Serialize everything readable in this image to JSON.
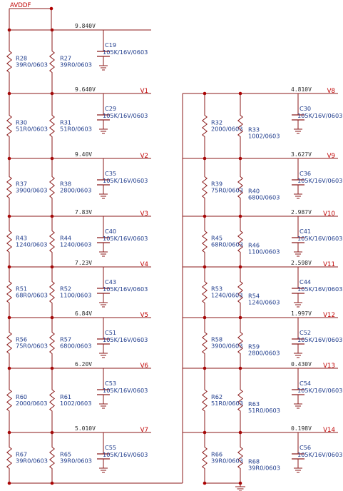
{
  "supply_label": "AVDDF",
  "left_column": [
    {
      "voltage": "9.840V",
      "net": "",
      "r_a": [
        "R28",
        "39R0/0603"
      ],
      "r_b": [
        "R27",
        "39R0/0603"
      ],
      "cap": [
        "C19",
        "105K/16V/0603"
      ]
    },
    {
      "voltage": "9.640V",
      "net": "V1",
      "r_a": [
        "R30",
        "51R0/0603"
      ],
      "r_b": [
        "R31",
        "51R0/0603"
      ],
      "cap": [
        "C29",
        "105K/16V/0603"
      ]
    },
    {
      "voltage": "9.40V",
      "net": "V2",
      "r_a": [
        "R37",
        "3900/0603"
      ],
      "r_b": [
        "R38",
        "2800/0603"
      ],
      "cap": [
        "C35",
        "105K/16V/0603"
      ]
    },
    {
      "voltage": "7.83V",
      "net": "V3",
      "r_a": [
        "R43",
        "1240/0603"
      ],
      "r_b": [
        "R44",
        "1240/0603"
      ],
      "cap": [
        "C40",
        "105K/16V/0603"
      ]
    },
    {
      "voltage": "7.23V",
      "net": "V4",
      "r_a": [
        "R51",
        "68R0/0603"
      ],
      "r_b": [
        "R52",
        "1100/0603"
      ],
      "cap": [
        "C43",
        "105K/16V/0603"
      ]
    },
    {
      "voltage": "6.84V",
      "net": "V5",
      "r_a": [
        "R56",
        "75R0/0603"
      ],
      "r_b": [
        "R57",
        "6800/0603"
      ],
      "cap": [
        "C51",
        "105K/16V/0603"
      ]
    },
    {
      "voltage": "6.20V",
      "net": "V6",
      "r_a": [
        "R60",
        "2000/0603"
      ],
      "r_b": [
        "R61",
        "1002/0603"
      ],
      "cap": [
        "C53",
        "105K/16V/0603"
      ]
    },
    {
      "voltage": "5.010V",
      "net": "V7",
      "r_a": [
        "R67",
        "39R0/0603"
      ],
      "r_b": [
        "R65",
        "39R0/0603"
      ],
      "cap": [
        "C55",
        "105K/16V/0603"
      ]
    }
  ],
  "right_column": [
    {
      "voltage": "4.810V",
      "net": "V8",
      "r_a": [
        "R32",
        "2000/0603"
      ],
      "r_b": [
        "R33",
        "1002/0603"
      ],
      "cap": [
        "C30",
        "105K/16V/0603"
      ]
    },
    {
      "voltage": "3.627V",
      "net": "V9",
      "r_a": [
        "R39",
        "75R0/0603"
      ],
      "r_b": [
        "R40",
        "6800/0603"
      ],
      "cap": [
        "C36",
        "105K/16V/0603"
      ]
    },
    {
      "voltage": "2.987V",
      "net": "V10",
      "r_a": [
        "R45",
        "68R0/0603"
      ],
      "r_b": [
        "R46",
        "1100/0603"
      ],
      "cap": [
        "C41",
        "105K/16V/0603"
      ]
    },
    {
      "voltage": "2.598V",
      "net": "V11",
      "r_a": [
        "R53",
        "1240/0603"
      ],
      "r_b": [
        "R54",
        "1240/0603"
      ],
      "cap": [
        "C44",
        "105K/16V/0603"
      ]
    },
    {
      "voltage": "1.997V",
      "net": "V12",
      "r_a": [
        "R58",
        "3900/0603"
      ],
      "r_b": [
        "R59",
        "2800/0603"
      ],
      "cap": [
        "C52",
        "105K/16V/0603"
      ]
    },
    {
      "voltage": "0.430V",
      "net": "V13",
      "r_a": [
        "R62",
        "51R0/0603"
      ],
      "r_b": [
        "R63",
        "51R0/0603"
      ],
      "cap": [
        "C54",
        "105K/16V/0603"
      ]
    },
    {
      "voltage": "0.198V",
      "net": "V14",
      "r_a": [
        "R66",
        "39R0/0603"
      ],
      "r_b": [
        "R68",
        "39R0/0603"
      ],
      "cap": [
        "C56",
        "105K/16V/0603"
      ]
    }
  ]
}
